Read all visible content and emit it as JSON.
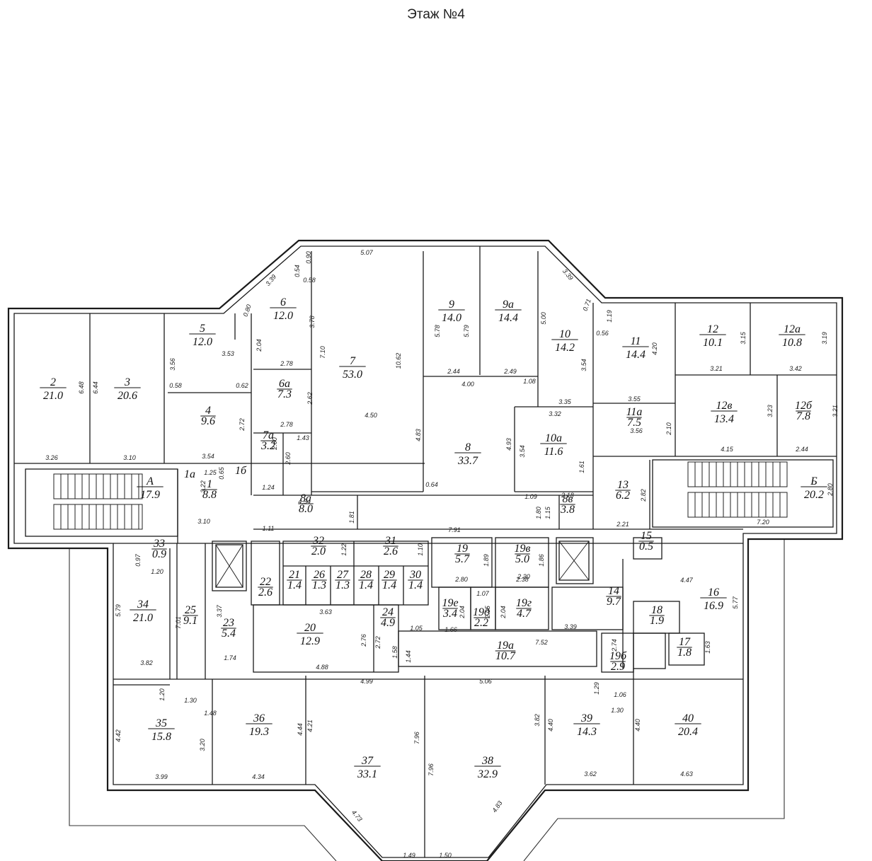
{
  "title": "Этаж №4",
  "rooms": [
    {
      "id": "r2",
      "num": "2",
      "area": "21.0"
    },
    {
      "id": "r3",
      "num": "3",
      "area": "20.6"
    },
    {
      "id": "r5",
      "num": "5",
      "area": "12.0"
    },
    {
      "id": "r4",
      "num": "4",
      "area": "9.6"
    },
    {
      "id": "r6",
      "num": "6",
      "area": "12.0"
    },
    {
      "id": "r6a",
      "num": "6а",
      "area": "7.3"
    },
    {
      "id": "r7a",
      "num": "7а",
      "area": "3.2"
    },
    {
      "id": "r7",
      "num": "7",
      "area": "53.0"
    },
    {
      "id": "r9",
      "num": "9",
      "area": "14.0"
    },
    {
      "id": "r9a",
      "num": "9а",
      "area": "14.4"
    },
    {
      "id": "r10",
      "num": "10",
      "area": "14.2"
    },
    {
      "id": "r8",
      "num": "8",
      "area": "33.7"
    },
    {
      "id": "r10a",
      "num": "10а",
      "area": "11.6"
    },
    {
      "id": "r11",
      "num": "11",
      "area": "14.4"
    },
    {
      "id": "r12",
      "num": "12",
      "area": "10.1"
    },
    {
      "id": "r12a",
      "num": "12а",
      "area": "10.8"
    },
    {
      "id": "r11a",
      "num": "11а",
      "area": "7.5"
    },
    {
      "id": "r12v",
      "num": "12в",
      "area": "13.4"
    },
    {
      "id": "r12b",
      "num": "12б",
      "area": "7.8"
    },
    {
      "id": "rA",
      "num": "А",
      "area": "17.9"
    },
    {
      "id": "r1",
      "num": "1",
      "area": "8.8"
    },
    {
      "id": "r8a",
      "num": "8а",
      "area": "8.0"
    },
    {
      "id": "r8v",
      "num": "8в",
      "area": "3.8"
    },
    {
      "id": "r13",
      "num": "13",
      "area": "6.2"
    },
    {
      "id": "rB",
      "num": "Б",
      "area": "20.2"
    },
    {
      "id": "r33",
      "num": "33",
      "area": "0.9"
    },
    {
      "id": "r32",
      "num": "32",
      "area": "2.0"
    },
    {
      "id": "r31",
      "num": "31",
      "area": "2.6"
    },
    {
      "id": "r19",
      "num": "19",
      "area": "5.7"
    },
    {
      "id": "r19v",
      "num": "19в",
      "area": "5.0"
    },
    {
      "id": "r15",
      "num": "15",
      "area": "0.5"
    },
    {
      "id": "r22",
      "num": "22",
      "area": "2.6"
    },
    {
      "id": "r21",
      "num": "21",
      "area": "1.4"
    },
    {
      "id": "r26",
      "num": "26",
      "area": "1.3"
    },
    {
      "id": "r27",
      "num": "27",
      "area": "1.3"
    },
    {
      "id": "r28",
      "num": "28",
      "area": "1.4"
    },
    {
      "id": "r29",
      "num": "29",
      "area": "1.4"
    },
    {
      "id": "r30",
      "num": "30",
      "area": "1.4"
    },
    {
      "id": "r34",
      "num": "34",
      "area": "21.0"
    },
    {
      "id": "r14",
      "num": "14",
      "area": "9.7"
    },
    {
      "id": "r16",
      "num": "16",
      "area": "16.9"
    },
    {
      "id": "r25",
      "num": "25",
      "area": "9.1"
    },
    {
      "id": "r23",
      "num": "23",
      "area": "5.4"
    },
    {
      "id": "r24",
      "num": "24",
      "area": "4.9"
    },
    {
      "id": "r19e",
      "num": "19е",
      "area": "3.4"
    },
    {
      "id": "r19d",
      "num": "19д",
      "area": "2.2"
    },
    {
      "id": "r19g",
      "num": "19г",
      "area": "4.7"
    },
    {
      "id": "r18",
      "num": "18",
      "area": "1.9"
    },
    {
      "id": "r20",
      "num": "20",
      "area": "12.9"
    },
    {
      "id": "r19a",
      "num": "19а",
      "area": "10.7"
    },
    {
      "id": "r17",
      "num": "17",
      "area": "1.8"
    },
    {
      "id": "r19b",
      "num": "19б",
      "area": "2.9"
    },
    {
      "id": "r35",
      "num": "35",
      "area": "15.8"
    },
    {
      "id": "r36",
      "num": "36",
      "area": "19.3"
    },
    {
      "id": "r37",
      "num": "37",
      "area": "33.1"
    },
    {
      "id": "r38",
      "num": "38",
      "area": "32.9"
    },
    {
      "id": "r39",
      "num": "39",
      "area": "14.3"
    },
    {
      "id": "r40",
      "num": "40",
      "area": "20.4"
    },
    {
      "id": "r1a",
      "num": "1а",
      "area": ""
    },
    {
      "id": "r1b",
      "num": "1б",
      "area": ""
    }
  ],
  "dimensions": [
    {
      "id": "d1",
      "text": "5.07"
    },
    {
      "id": "d2",
      "text": "6.48"
    },
    {
      "id": "d3",
      "text": "6.44"
    },
    {
      "id": "d4",
      "text": "3.26"
    },
    {
      "id": "d5",
      "text": "3.10"
    },
    {
      "id": "d6",
      "text": "3.53"
    },
    {
      "id": "d7",
      "text": "3.56"
    },
    {
      "id": "d8",
      "text": "0.58"
    },
    {
      "id": "d9",
      "text": "0.62"
    },
    {
      "id": "d10",
      "text": "2.72"
    },
    {
      "id": "d11",
      "text": "3.54"
    },
    {
      "id": "d12",
      "text": "10.62"
    },
    {
      "id": "d13",
      "text": "4.50"
    },
    {
      "id": "d14",
      "text": "4.83"
    },
    {
      "id": "d15",
      "text": "5.78"
    },
    {
      "id": "d16",
      "text": "5.79"
    },
    {
      "id": "d17",
      "text": "2.44"
    },
    {
      "id": "d18",
      "text": "2.49"
    },
    {
      "id": "d19",
      "text": "4.00"
    },
    {
      "id": "d20",
      "text": "5.00"
    },
    {
      "id": "d21",
      "text": "3.54"
    },
    {
      "id": "d22",
      "text": "3.35"
    },
    {
      "id": "d23",
      "text": "3.32"
    },
    {
      "id": "d24",
      "text": "4.20"
    },
    {
      "id": "d25",
      "text": "3.15"
    },
    {
      "id": "d26",
      "text": "3.19"
    },
    {
      "id": "d27",
      "text": "3.21"
    },
    {
      "id": "d28",
      "text": "3.42"
    },
    {
      "id": "d29",
      "text": "3.55"
    },
    {
      "id": "d30",
      "text": "3.56"
    },
    {
      "id": "d31",
      "text": "2.10"
    },
    {
      "id": "d32",
      "text": "4.15"
    },
    {
      "id": "d33",
      "text": "2.44"
    },
    {
      "id": "d34",
      "text": "3.23"
    },
    {
      "id": "d35",
      "text": "3.21"
    },
    {
      "id": "d36",
      "text": "7.20"
    },
    {
      "id": "d37",
      "text": "2.80"
    },
    {
      "id": "d38",
      "text": "2.82"
    },
    {
      "id": "d39",
      "text": "2.21"
    },
    {
      "id": "d40",
      "text": "7.91"
    },
    {
      "id": "d41",
      "text": "3.10"
    },
    {
      "id": "d42",
      "text": "4.54"
    },
    {
      "id": "d43",
      "text": "1.11"
    },
    {
      "id": "d44",
      "text": "1.81"
    },
    {
      "id": "d45",
      "text": "1.24"
    },
    {
      "id": "d46",
      "text": "2.78"
    },
    {
      "id": "d47",
      "text": "2.78"
    },
    {
      "id": "d48",
      "text": "1.43"
    },
    {
      "id": "d49",
      "text": "2.62"
    },
    {
      "id": "d50",
      "text": "7.10"
    },
    {
      "id": "d51",
      "text": "3.78"
    },
    {
      "id": "d52",
      "text": "2.04"
    },
    {
      "id": "d53",
      "text": "3.39"
    },
    {
      "id": "d54",
      "text": "3.39"
    },
    {
      "id": "d55",
      "text": "3.63"
    },
    {
      "id": "d56",
      "text": "4.88"
    },
    {
      "id": "d57",
      "text": "4.99"
    },
    {
      "id": "d58",
      "text": "5.06"
    },
    {
      "id": "d59",
      "text": "7.52"
    },
    {
      "id": "d60",
      "text": "3.39"
    },
    {
      "id": "d61",
      "text": "4.47"
    },
    {
      "id": "d62",
      "text": "5.77"
    },
    {
      "id": "d63",
      "text": "5.79"
    },
    {
      "id": "d64",
      "text": "3.82"
    },
    {
      "id": "d65",
      "text": "7.01"
    },
    {
      "id": "d66",
      "text": "1.74"
    },
    {
      "id": "d67",
      "text": "3.37"
    },
    {
      "id": "d68",
      "text": "1.30"
    },
    {
      "id": "d69",
      "text": "1.48"
    },
    {
      "id": "d70",
      "text": "4.42"
    },
    {
      "id": "d71",
      "text": "3.20"
    },
    {
      "id": "d72",
      "text": "3.99"
    },
    {
      "id": "d73",
      "text": "4.34"
    },
    {
      "id": "d74",
      "text": "4.44"
    },
    {
      "id": "d75",
      "text": "4.21"
    },
    {
      "id": "d76",
      "text": "7.96"
    },
    {
      "id": "d77",
      "text": "7.96"
    },
    {
      "id": "d78",
      "text": "3.82"
    },
    {
      "id": "d79",
      "text": "4.40"
    },
    {
      "id": "d80",
      "text": "4.40"
    },
    {
      "id": "d81",
      "text": "3.62"
    },
    {
      "id": "d82",
      "text": "4.63"
    },
    {
      "id": "d83",
      "text": "4.73"
    },
    {
      "id": "d84",
      "text": "4.83"
    },
    {
      "id": "d85",
      "text": "1.49"
    },
    {
      "id": "d86",
      "text": "1.50"
    },
    {
      "id": "d87",
      "text": "2.80"
    },
    {
      "id": "d88",
      "text": "1.66"
    },
    {
      "id": "d89",
      "text": "2.38"
    },
    {
      "id": "d90",
      "text": "2.30"
    },
    {
      "id": "d91",
      "text": "1.07"
    },
    {
      "id": "d92",
      "text": "1.06"
    },
    {
      "id": "d93",
      "text": "1.30"
    },
    {
      "id": "d94",
      "text": "1.29"
    },
    {
      "id": "d95",
      "text": "2.74"
    },
    {
      "id": "d96",
      "text": "1.63"
    },
    {
      "id": "d97",
      "text": "1.89"
    },
    {
      "id": "d98",
      "text": "1.86"
    },
    {
      "id": "d99",
      "text": "2.76"
    },
    {
      "id": "d100",
      "text": "2.72"
    },
    {
      "id": "d101",
      "text": "1.58"
    },
    {
      "id": "d102",
      "text": "1.05"
    },
    {
      "id": "d103",
      "text": "0.97"
    },
    {
      "id": "d104",
      "text": "1.20"
    },
    {
      "id": "d105",
      "text": "1.20"
    },
    {
      "id": "d106",
      "text": "1.08"
    },
    {
      "id": "d107",
      "text": "1.09"
    },
    {
      "id": "d108",
      "text": "2.18"
    },
    {
      "id": "d109",
      "text": "1.61"
    },
    {
      "id": "d110",
      "text": "0.64"
    },
    {
      "id": "d111",
      "text": "0.56"
    },
    {
      "id": "d112",
      "text": "0.71"
    },
    {
      "id": "d113",
      "text": "1.19"
    },
    {
      "id": "d114",
      "text": "0.80"
    },
    {
      "id": "d115",
      "text": "0.90"
    },
    {
      "id": "d116",
      "text": "0.54"
    },
    {
      "id": "d117",
      "text": "0.58"
    },
    {
      "id": "d118",
      "text": "1.25"
    },
    {
      "id": "d119",
      "text": "0.65"
    },
    {
      "id": "d120",
      "text": "3.22"
    },
    {
      "id": "d121",
      "text": "2.60"
    },
    {
      "id": "d122",
      "text": "2.60"
    },
    {
      "id": "d123",
      "text": "4.93"
    },
    {
      "id": "d124",
      "text": "3.54"
    },
    {
      "id": "d125",
      "text": "1.22"
    },
    {
      "id": "d126",
      "text": "1.10"
    },
    {
      "id": "d127",
      "text": "2.04"
    },
    {
      "id": "d128",
      "text": "2.05"
    },
    {
      "id": "d129",
      "text": "2.04"
    },
    {
      "id": "d130",
      "text": "1.80"
    },
    {
      "id": "d131",
      "text": "1.15"
    },
    {
      "id": "d132",
      "text": "1.44"
    }
  ]
}
